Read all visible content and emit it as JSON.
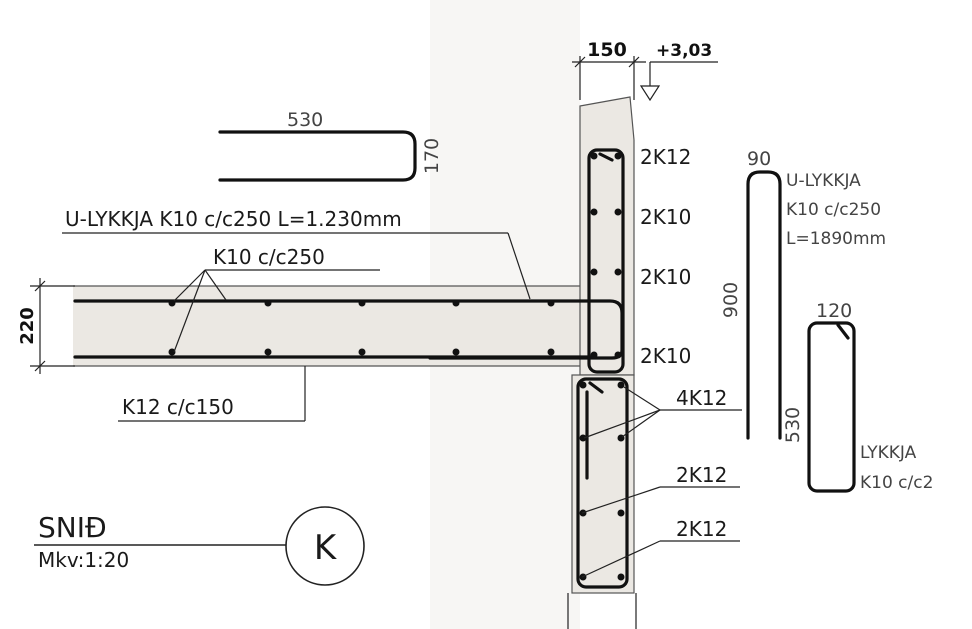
{
  "section": {
    "title": "SNIÐ",
    "scale": "Mkv:1:20",
    "marker": "K"
  },
  "dimensions": {
    "wall_thickness": "150",
    "level": "+3,03",
    "slab_thickness": "220"
  },
  "slab_labels": {
    "u_bar": "U-LYKKJA K10 c/c250 L=1.230mm",
    "top_bars": "K10 c/c250",
    "bottom_bars": "K12 c/c150"
  },
  "wall_labels": [
    "2K12",
    "2K10",
    "2K10",
    "2K10",
    "4K12",
    "2K12",
    "2K12"
  ],
  "bar_shapes": {
    "u_top": {
      "length": "530",
      "height": "170"
    },
    "u_right": {
      "top": "90",
      "length": "900",
      "line1": "U-LYKKJA",
      "line2": "K10 c/c250",
      "line3": "L=1890mm"
    },
    "stirrup": {
      "top": "120",
      "length": "530",
      "line1": "LYKKJA",
      "line2": "K10 c/c2"
    }
  }
}
